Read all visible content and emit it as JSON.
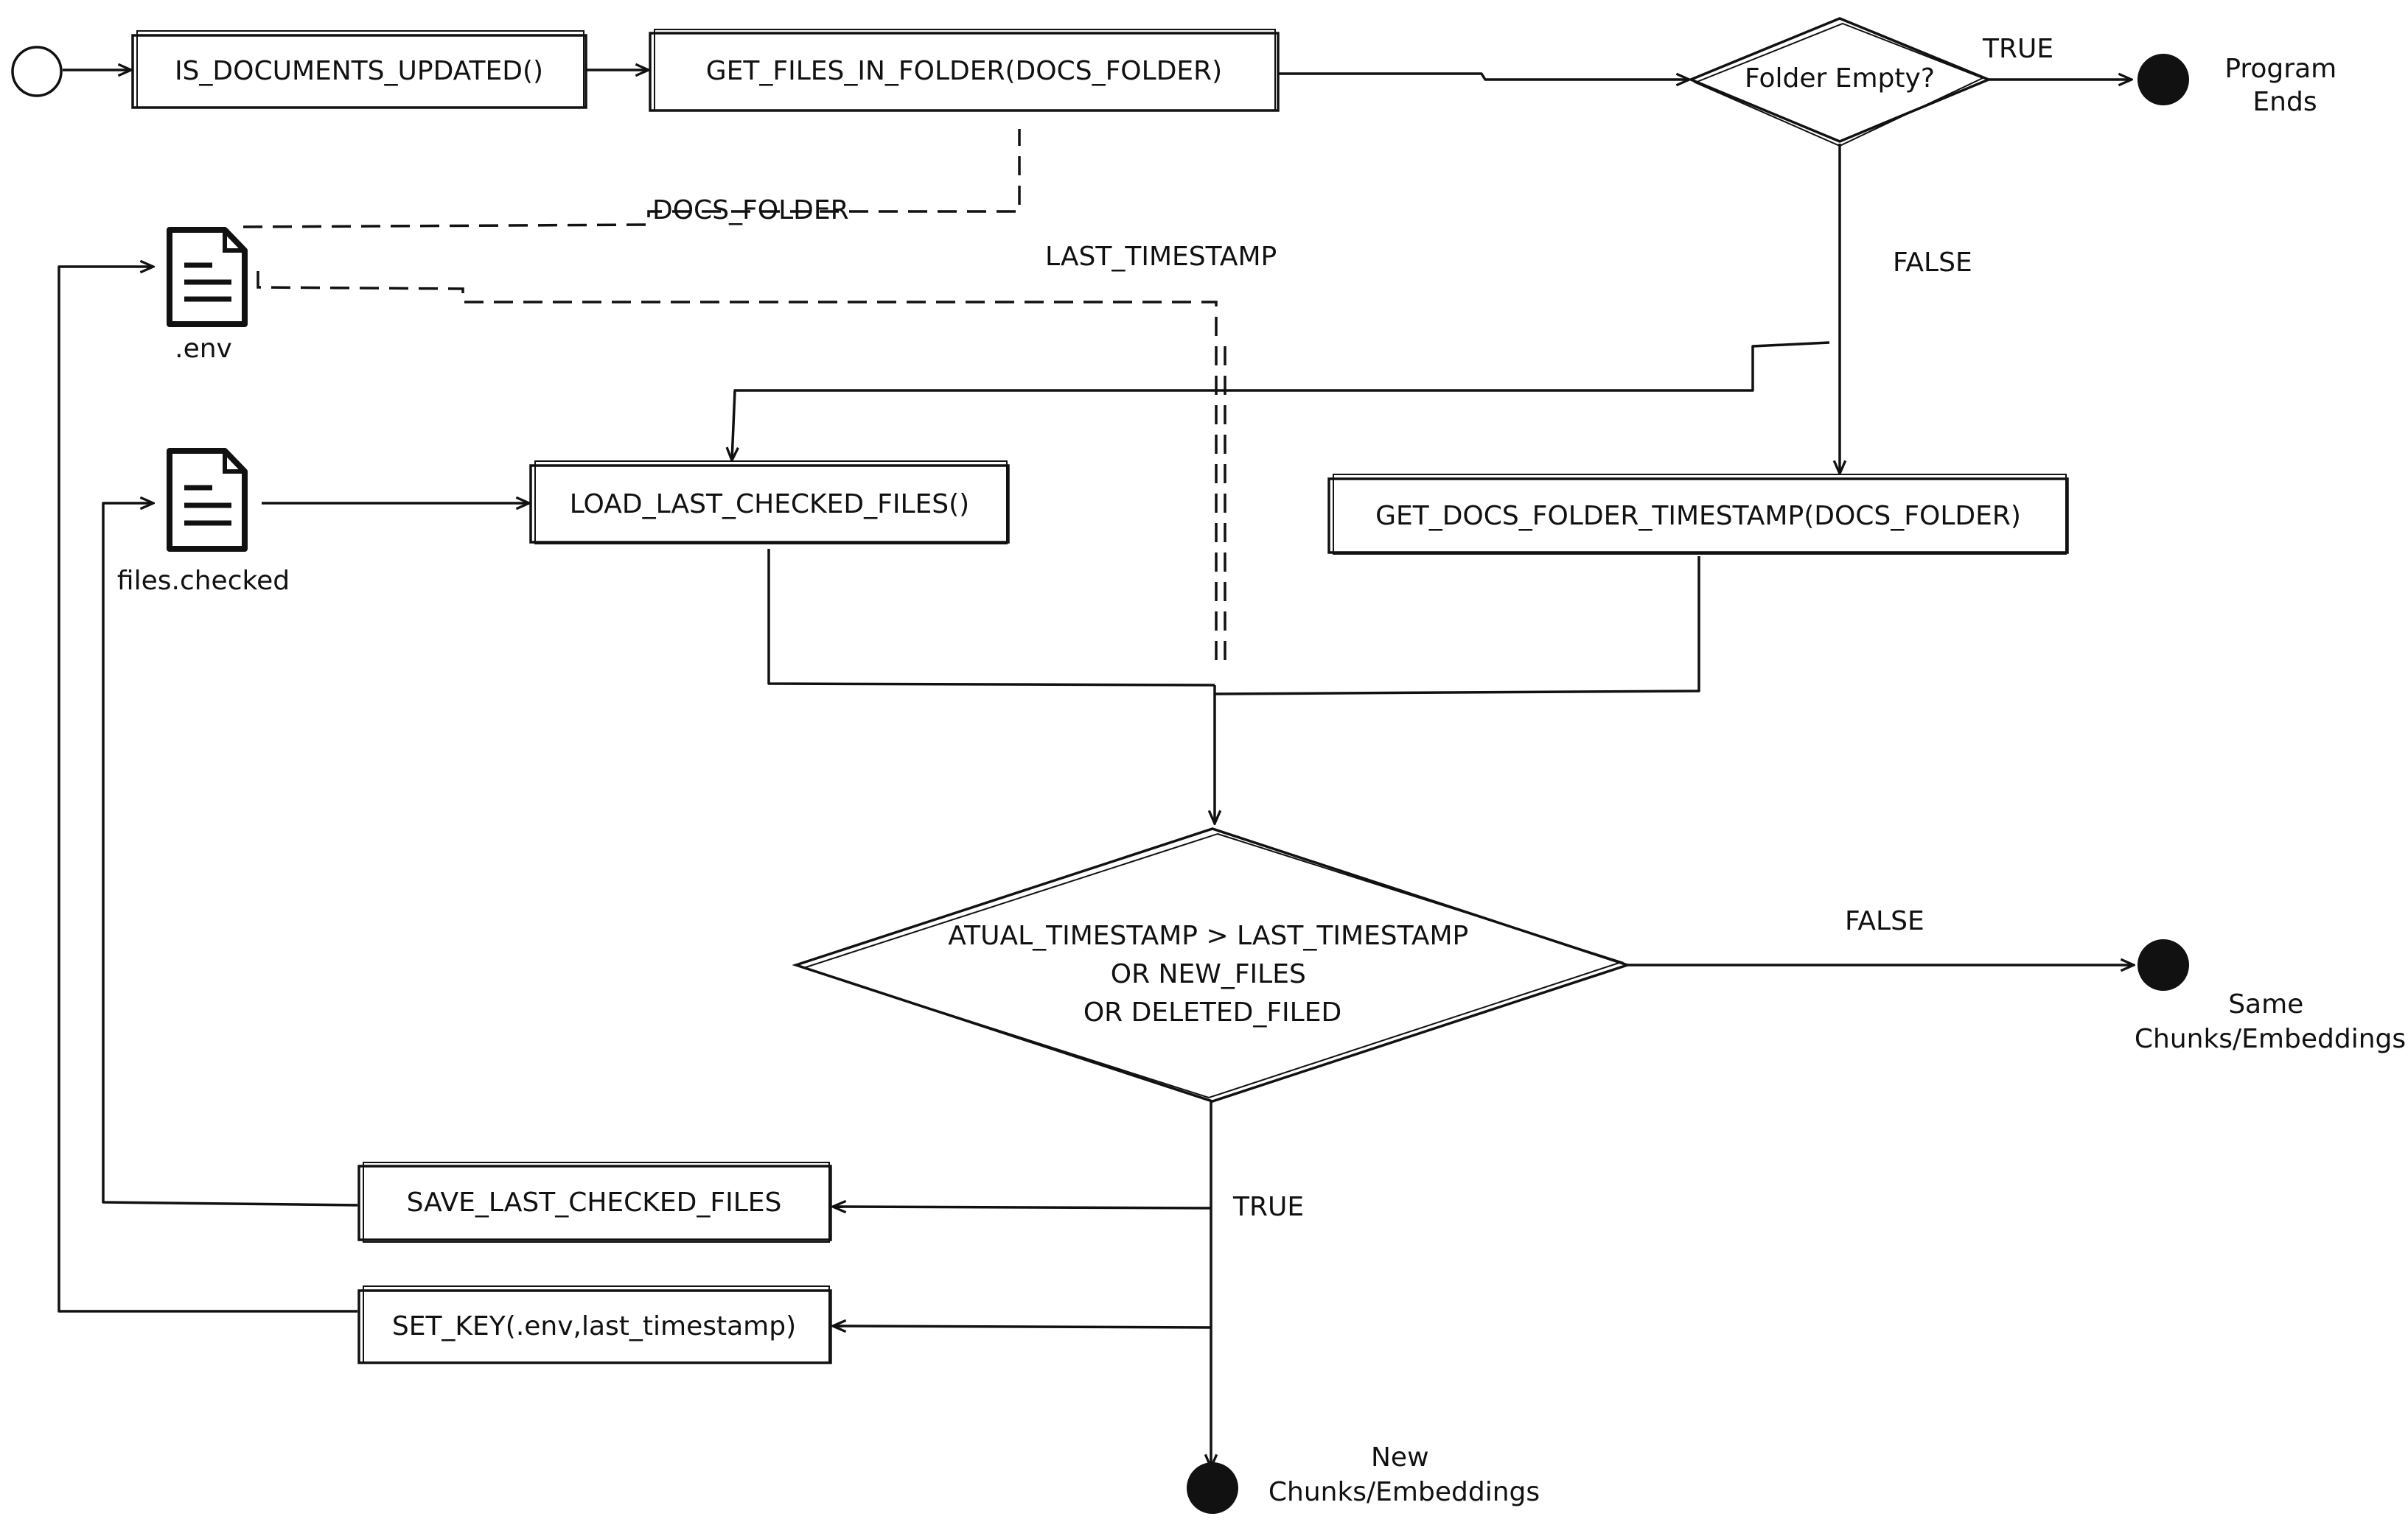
{
  "nodes": {
    "is_documents_updated": "IS_DOCUMENTS_UPDATED()",
    "get_files_in_folder": "GET_FILES_IN_FOLDER(DOCS_FOLDER)",
    "folder_empty": "Folder Empty?",
    "load_last_checked_files": "LOAD_LAST_CHECKED_FILES()",
    "get_docs_folder_timestamp": "GET_DOCS_FOLDER_TIMESTAMP(DOCS_FOLDER)",
    "main_decision": [
      "ATUAL_TIMESTAMP > LAST_TIMESTAMP",
      "OR NEW_FILES",
      "OR DELETED_FILED"
    ],
    "save_last_checked_files": "SAVE_LAST_CHECKED_FILES",
    "set_key": "SET_KEY(.env,last_timestamp)"
  },
  "files": {
    "env": ".env",
    "files_checked": "files.checked"
  },
  "edge_labels": {
    "docs_folder": "DOCS_FOLDER",
    "last_timestamp": "LAST_TIMESTAMP",
    "folder_empty_true": "TRUE",
    "folder_empty_false": "FALSE",
    "decision_false": "FALSE",
    "decision_true": "TRUE"
  },
  "end_labels": {
    "program_ends": [
      "Program",
      "Ends"
    ],
    "same_chunks": [
      "Same",
      "Chunks/Embeddings"
    ],
    "new_chunks": [
      "New",
      "Chunks/Embeddings"
    ]
  }
}
